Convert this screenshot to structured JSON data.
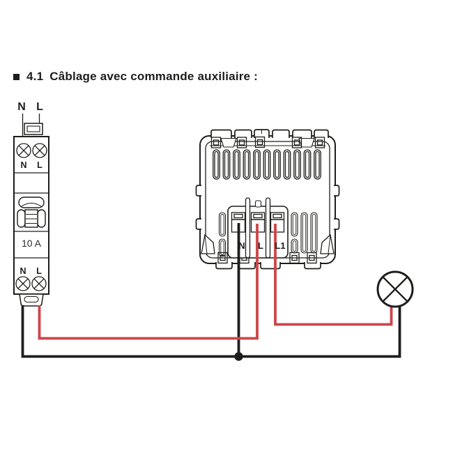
{
  "heading": {
    "number": "4.1",
    "label": "Câblage avec commande auxiliaire :"
  },
  "colors": {
    "wire_black": "#1d1d1b",
    "wire_red": "#cd4449",
    "outline": "#1d1d1b",
    "text": "#1d1d1b",
    "background": "#ffffff"
  },
  "breaker": {
    "incoming_labels": {
      "n": "N",
      "l": "L"
    },
    "top_terminal_labels": {
      "n": "N",
      "l": "L"
    },
    "rating": "10 A",
    "bottom_terminal_labels": {
      "n": "N",
      "l": "L"
    }
  },
  "mechanism": {
    "terminal_labels": {
      "n": "N",
      "l": "L",
      "l1": "L1"
    }
  }
}
